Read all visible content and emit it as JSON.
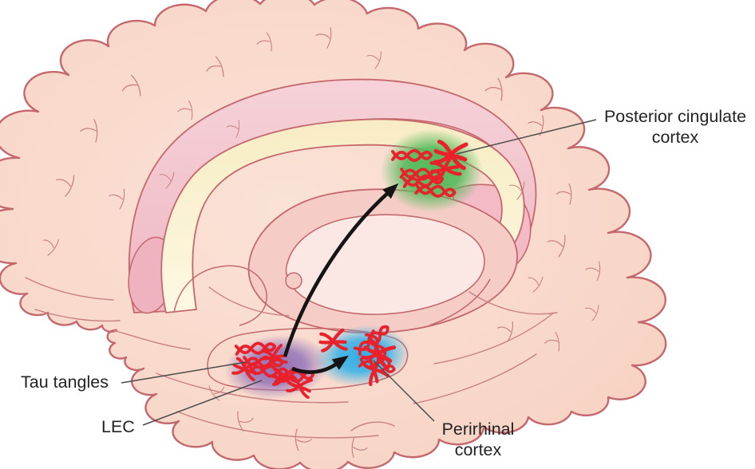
{
  "figure": {
    "labels": {
      "posterior_cingulate": "Posterior cingulate\ncortex",
      "tau_tangles": "Tau tangles",
      "lec": "LEC",
      "perirhinal": "Perirhinal\ncortex"
    },
    "regions": [
      {
        "name": "posterior-cingulate-cortex",
        "highlight_color": "#55B95A"
      },
      {
        "name": "lec",
        "highlight_color": "#9070B8"
      },
      {
        "name": "perirhinal-cortex",
        "highlight_color": "#35B0E8"
      }
    ],
    "colors": {
      "tau_tangle": "#E8212B",
      "spread_arrow": "#151515",
      "brain_fill": "#F8D5C6",
      "brain_outline": "#C4686C",
      "cingulate_band": "#F2C1CB",
      "corpus_callosum": "#FAF1CD",
      "leader_line": "#4B4B4D",
      "label_text": "#232323"
    }
  }
}
